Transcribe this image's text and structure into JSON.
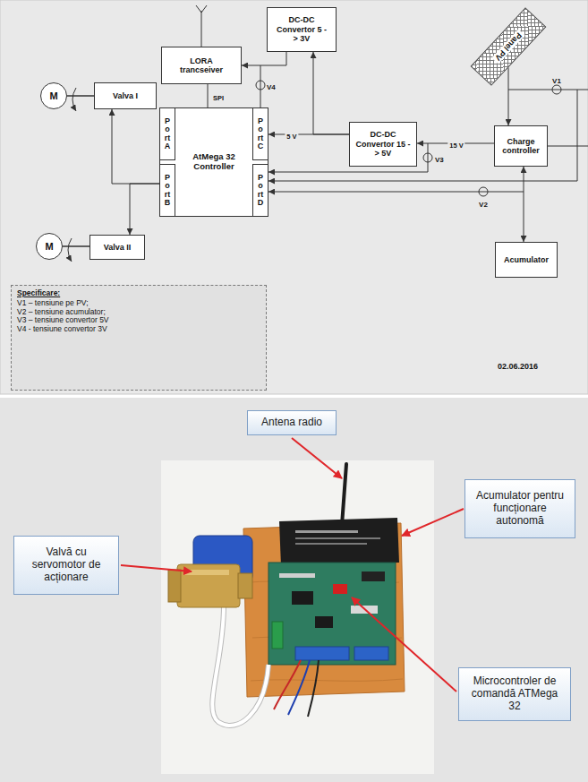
{
  "diagram": {
    "nodes": [
      {
        "text": [
          "LORA trancseiver"
        ]
      },
      {
        "text": [
          "DC-DC Convertor 5 -> 3V"
        ]
      },
      {
        "text": [
          "M"
        ]
      },
      {
        "text": [
          "Valva I"
        ]
      },
      {
        "text": [
          "AtMega 32 Controller"
        ]
      },
      {
        "text": [
          "P o rt A"
        ],
        "in": 4
      },
      {
        "text": [
          "P o rt B"
        ],
        "in": 4
      },
      {
        "text": [
          "P o rt C"
        ],
        "in": 4
      },
      {
        "text": [
          "P o rt D"
        ],
        "in": 4
      },
      {
        "text": [
          "DC-DC Convertor 15 -> 5V"
        ]
      },
      {
        "text": [
          "Panel PV"
        ]
      },
      {
        "text": [
          "Charge controller"
        ]
      },
      {
        "text": [
          "M"
        ]
      },
      {
        "text": [
          "Valva II"
        ]
      },
      {
        "text": [
          "Acumulator"
        ]
      },
      {
        "text": [
          "Specificare:",
          "V1 – tensiune pe PV;",
          "V2 – tensiune acumulator;",
          "V3 – tensiune convertor 5V",
          "V4 - tensiune convertor 3V"
        ]
      },
      {
        "text": [
          "Antena radio"
        ]
      },
      {
        "text": [
          "Acumulator pentru funcționare autonomă"
        ]
      },
      {
        "text": [
          "Valvă cu servomotor de acționare"
        ]
      },
      {
        "text": [
          "Microcontroler de comandă ATMega 32"
        ]
      }
    ],
    "edges": [
      {
        "from": 0,
        "to": 4,
        "arrow": "none",
        "label": "SPI"
      },
      {
        "from": 1,
        "to": 0,
        "arrow": "to"
      },
      {
        "from": 9,
        "to": 7,
        "arrow": "to",
        "label": "5 V"
      },
      {
        "from": 9,
        "to": 1,
        "arrow": "to"
      },
      {
        "from": 11,
        "to": 9,
        "arrow": "to",
        "label": "15 V"
      },
      {
        "from": 10,
        "to": 11,
        "arrow": "to"
      },
      {
        "from": 11,
        "to": 14,
        "arrow": "both"
      },
      {
        "from": 6,
        "to": 3,
        "arrow": "to"
      },
      {
        "from": 6,
        "to": 13,
        "arrow": "to"
      },
      {
        "from": 2,
        "to": 3,
        "arrow": "none"
      },
      {
        "from": 12,
        "to": 13,
        "arrow": "none"
      }
    ],
    "labels": [
      "V4",
      "V1",
      "V3",
      "V2",
      "02.06.2016"
    ]
  }
}
